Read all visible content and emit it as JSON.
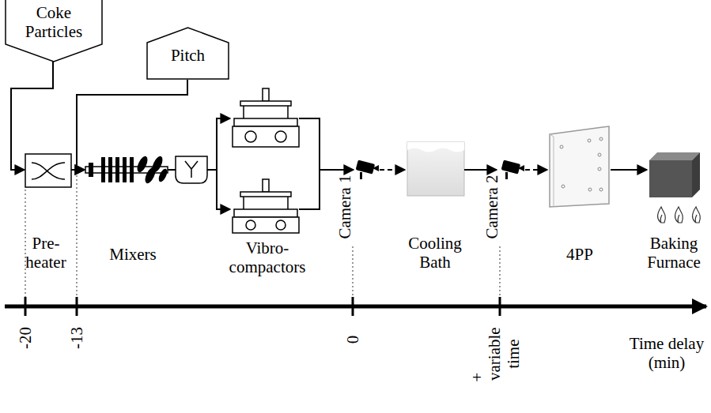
{
  "diagram": {
    "nodes": [
      {
        "text": [
          "Coke Particles"
        ]
      },
      {
        "text": [
          "Pitch"
        ]
      }
    ],
    "labels": [
      "Pre- heater",
      "Mixers",
      "Vibro- compactors",
      "Camera 1",
      "Cooling Bath",
      "Camera 2",
      "4PP",
      "Baking Furnace",
      "-20",
      "-13",
      "0",
      "+",
      "variable time",
      "Time delay (min)"
    ]
  }
}
